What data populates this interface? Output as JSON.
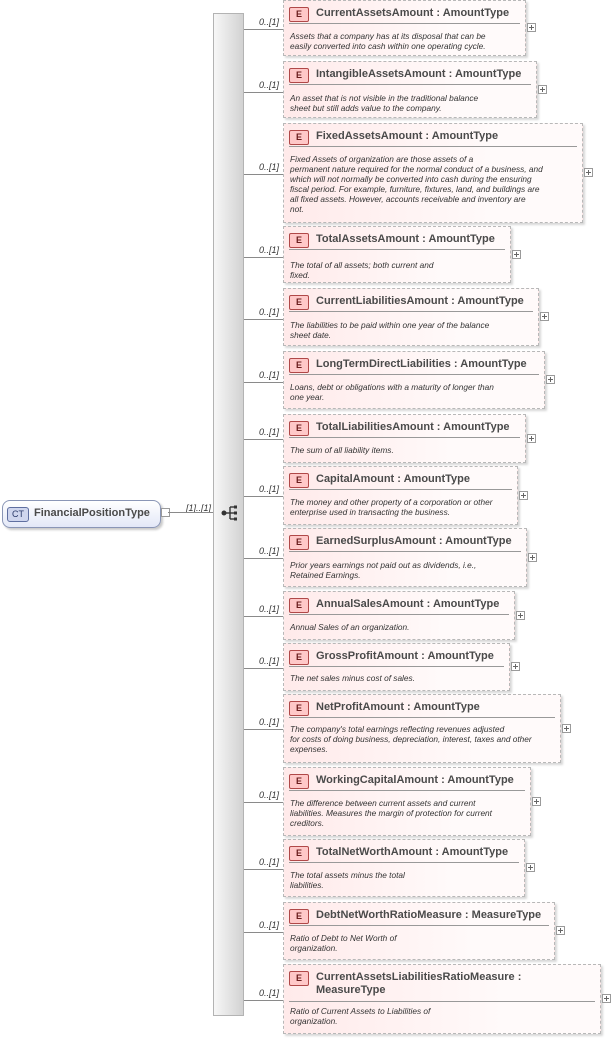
{
  "complex_type": {
    "badge": "CT",
    "name": "FinancialPositionType",
    "multiplicity": "[1]..[1]"
  },
  "elements": [
    {
      "badge": "E",
      "name": "CurrentAssetsAmount",
      "type": "AmountType",
      "multiplicity": "0..[1]",
      "doc": "Assets that a company has at its disposal that can be\neasily converted into cash within one operating cycle."
    },
    {
      "badge": "E",
      "name": "IntangibleAssetsAmount",
      "type": "AmountType",
      "multiplicity": "0..[1]",
      "doc": "An asset that is not visible in the traditional balance\nsheet but still adds value to the company."
    },
    {
      "badge": "E",
      "name": "FixedAssetsAmount",
      "type": "AmountType",
      "multiplicity": "0..[1]",
      "doc": "Fixed Assets of organization are those assets of a\n    permanent nature required for the normal conduct of a business, and\n    which will not normally be converted into cash during the ensuring\n    fiscal period. For example, furniture, fixtures, land, and buildings are\n    all fixed assets. However, accounts receivable and inventory are\nnot."
    },
    {
      "badge": "E",
      "name": "TotalAssetsAmount",
      "type": "AmountType",
      "multiplicity": "0..[1]",
      "doc": "The total of all assets; both current and\nfixed."
    },
    {
      "badge": "E",
      "name": "CurrentLiabilitiesAmount",
      "type": "AmountType",
      "multiplicity": "0..[1]",
      "doc": "The liabilities to be paid within one year of the balance\nsheet date."
    },
    {
      "badge": "E",
      "name": "LongTermDirectLiabilities",
      "type": "AmountType",
      "multiplicity": "0..[1]",
      "doc": "Loans, debt or obligations with a maturity of longer than\none year."
    },
    {
      "badge": "E",
      "name": "TotalLiabilitiesAmount",
      "type": "AmountType",
      "multiplicity": "0..[1]",
      "doc": "The sum of all liability items."
    },
    {
      "badge": "E",
      "name": "CapitalAmount",
      "type": "AmountType",
      "multiplicity": "0..[1]",
      "doc": "The money and other property of a corporation or other\nenterprise used in transacting the business."
    },
    {
      "badge": "E",
      "name": "EarnedSurplusAmount",
      "type": "AmountType",
      "multiplicity": "0..[1]",
      "doc": "Prior years earnings not paid out as dividends, i.e.,\nRetained Earnings."
    },
    {
      "badge": "E",
      "name": "AnnualSalesAmount",
      "type": "AmountType",
      "multiplicity": "0..[1]",
      "doc": "Annual Sales of an organization."
    },
    {
      "badge": "E",
      "name": "GrossProfitAmount",
      "type": "AmountType",
      "multiplicity": "0..[1]",
      "doc": "The net sales minus cost of sales."
    },
    {
      "badge": "E",
      "name": "NetProfitAmount",
      "type": "AmountType",
      "multiplicity": "0..[1]",
      "doc": "The company's total earnings reflecting revenues adjusted\nfor costs of doing business, depreciation, interest, taxes and other\nexpenses."
    },
    {
      "badge": "E",
      "name": "WorkingCapitalAmount",
      "type": "AmountType",
      "multiplicity": "0..[1]",
      "doc": "The difference between current assets and current\n    liabilities. Measures the margin of protection for current\ncreditors."
    },
    {
      "badge": "E",
      "name": "TotalNetWorthAmount",
      "type": "AmountType",
      "multiplicity": "0..[1]",
      "doc": "The total assets minus the total\nliabilities."
    },
    {
      "badge": "E",
      "name": "DebtNetWorthRatioMeasure",
      "type": "MeasureType",
      "multiplicity": "0..[1]",
      "doc": "Ratio of Debt to Net Worth of\norganization."
    },
    {
      "badge": "E",
      "name": "CurrentAssetsLiabilitiesRatioMeasure",
      "type": "MeasureType",
      "multiplicity": "0..[1]",
      "doc": "Ratio of Current Assets to Liabilities of\norganization."
    }
  ]
}
